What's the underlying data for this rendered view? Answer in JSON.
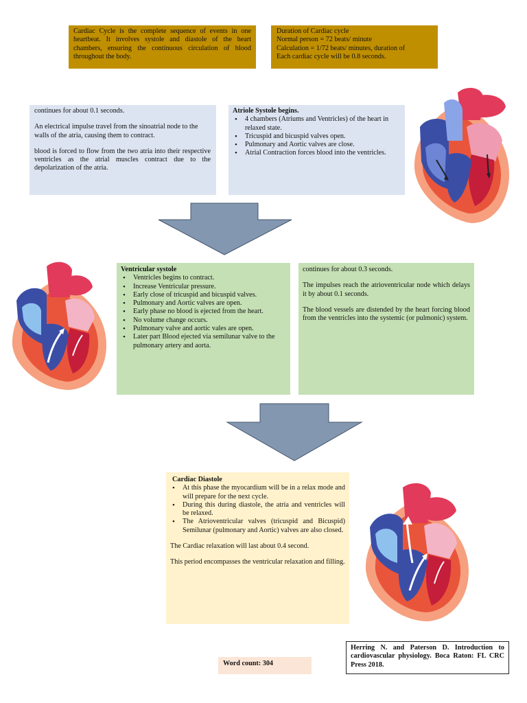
{
  "definition": {
    "text": "Cardiac Cycle is the complete sequence of events in one heartbeat. It involves systole and diastole of the heart chambers, ensuring the continuous circulation of blood throughout the body."
  },
  "duration": {
    "lines": [
      "Duration of Cardiac cycle",
      "Normal person = 72 beats/ minute",
      "Calculation = 1/72 beats/ minutes, duration of",
      "Each cardiac cycle will be 0.8 seconds."
    ]
  },
  "atrial_details": {
    "paragraphs": [
      "continues for about 0.1 seconds.",
      "An electrical impulse travel from the sinoatrial node to the walls of the atria, causing them to contract.",
      "blood is forced to flow from the two atria into their respective ventricles as the atrial muscles contract due to the depolarization of the atria."
    ]
  },
  "atrial_systole": {
    "title": "Atriole Systole begins.",
    "items": [
      "4 chambers (Atriums and Ventricles) of the heart in relaxed state.",
      "Tricuspid and bicuspid valves open.",
      "Pulmonary and Aortic valves are close.",
      "Atrial Contraction forces blood into the ventricles."
    ]
  },
  "ventricular_systole": {
    "title": "Ventricular systole",
    "items": [
      "Ventricles begins to contract.",
      " Increase Ventricular pressure.",
      "Early close of tricuspid and bicuspid valves.",
      "Pulmonary and Aortic valves are open.",
      "Early phase no blood is ejected from the heart.",
      "No volume change occurs.",
      "Pulmonary valve and aortic vales are open.",
      "Later part Blood ejected via semilunar valve to the pulmonary artery and aorta."
    ]
  },
  "ventricular_details": {
    "paragraphs": [
      "continues for about 0.3 seconds.",
      "The impulses reach the atrioventricular node which delays it by about 0.1 seconds.",
      " The blood vessels are distended by the heart forcing blood from the ventricles into the systemic (or pulmonic) system."
    ]
  },
  "diastole": {
    "title": "Cardiac Diastole",
    "items": [
      "At this phase the myocardium will be in a relax mode and will prepare for the next cycle.",
      "During this during diastole, the atria and ventricles will be relaxed.",
      "The Atrioventricular valves (tricuspid and Bicuspid) Semilunar (pulmonary and Aortic) valves are also closed."
    ],
    "paragraphs": [
      "The Cardiac relaxation will last about 0.4 second.",
      "This period encompasses the ventricular relaxation and filling."
    ]
  },
  "word_count": {
    "text": "Word count: 304"
  },
  "reference": {
    "text": "Herring N. and Paterson D. Introduction to cardiovascular physiology. Boca Raton: FL CRC Press 2018."
  },
  "colors": {
    "gold_box": "#c08f00",
    "blue_box": "#dce4f1",
    "green_box": "#c5e0b4",
    "cream_box": "#fff2cc",
    "peach_box": "#fbe5d6",
    "arrow": "#8497b0"
  }
}
